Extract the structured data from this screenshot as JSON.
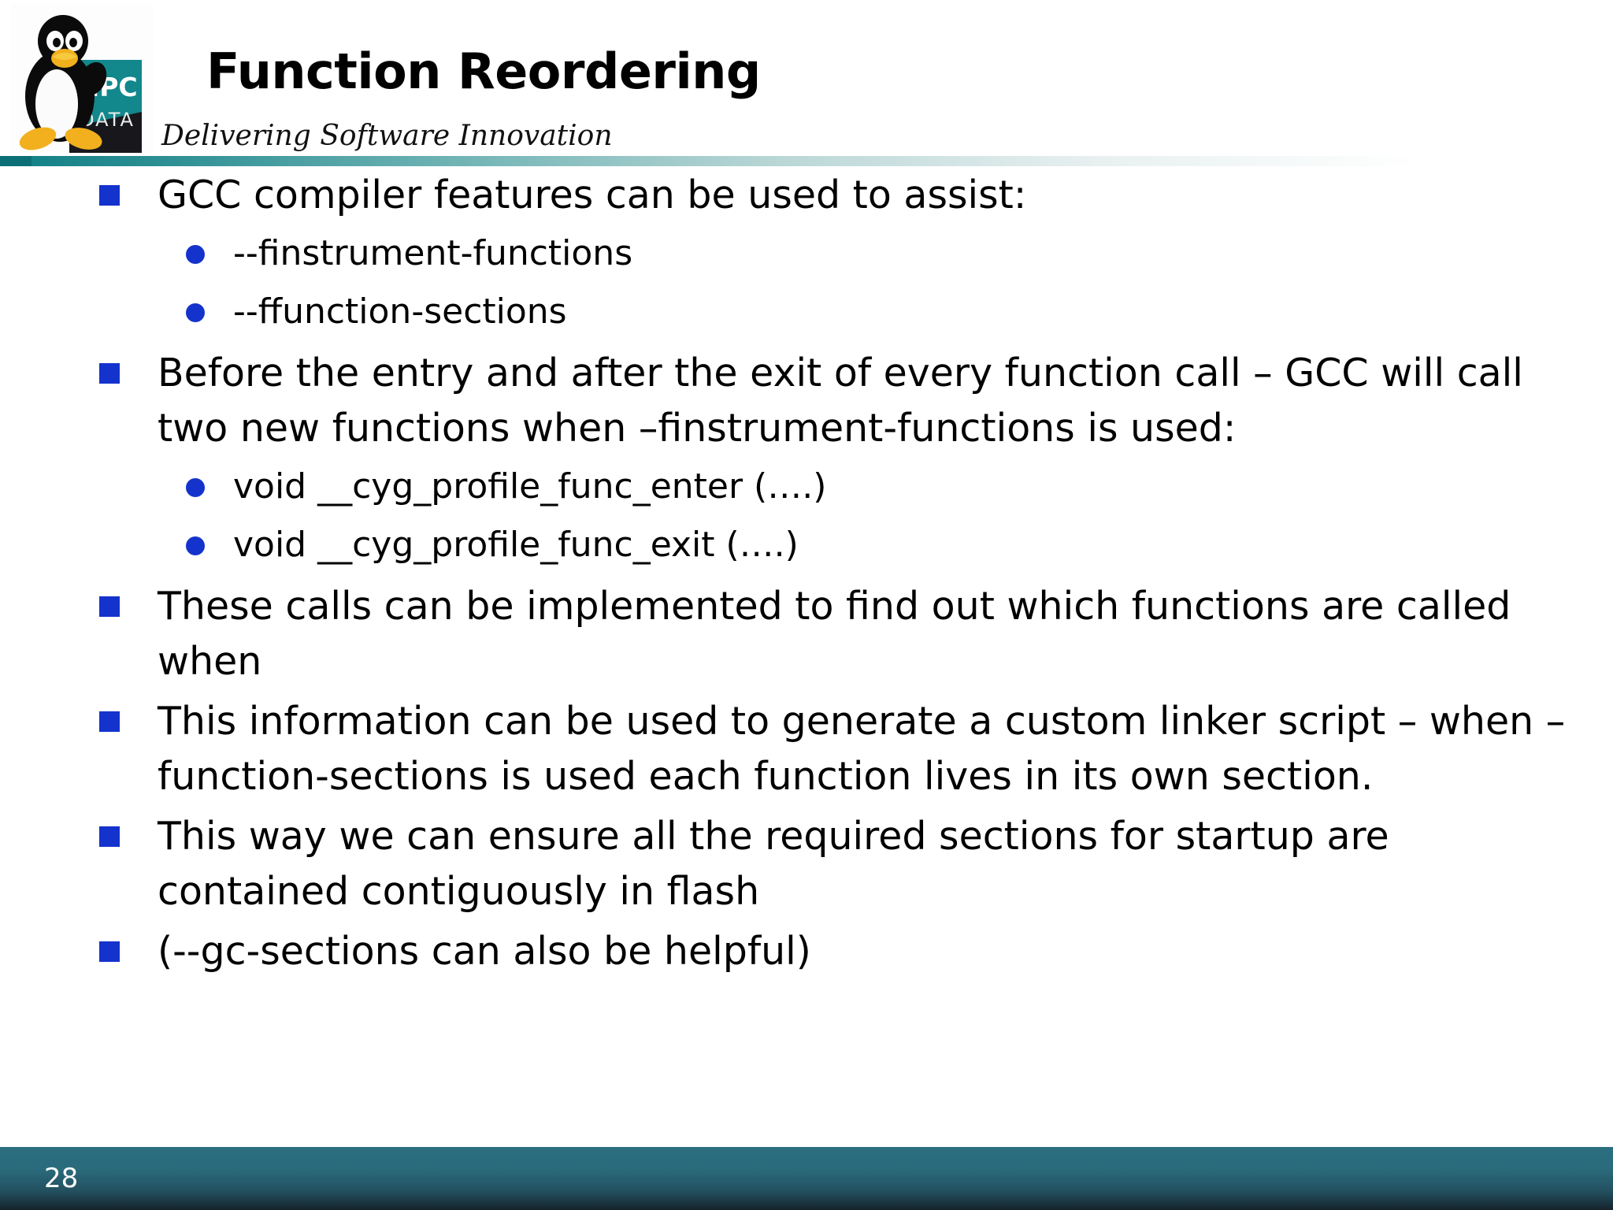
{
  "header": {
    "title": "Function Reordering",
    "tagline": "Delivering Software Innovation",
    "logo": {
      "sign_line1": "MPC",
      "sign_line2": "DATA",
      "alt": "tux-penguin-mpc-data-logo"
    }
  },
  "colors": {
    "bullet_blue": "#1433CC",
    "rule_teal": "#0F7F85",
    "footer_teal": "#2B6F80",
    "footer_dark": "#15232C",
    "text_black": "#000000",
    "page_num_white": "#FFFFFF"
  },
  "body": {
    "bullets": [
      {
        "text": "GCC compiler features can be used to assist:",
        "sub": [
          "--finstrument-functions",
          "--ffunction-sections"
        ]
      },
      {
        "text": "Before the entry and after the exit of every function call – GCC will call two new functions when –finstrument-functions is used:",
        "sub": [
          "void __cyg_profile_func_enter (….)",
          "void __cyg_profile_func_exit (….)"
        ]
      },
      {
        "text": "These calls can be implemented to find out which functions are called when",
        "sub": []
      },
      {
        "text": "This information can be used to generate a custom linker script – when –function-sections is used each function lives in its own section.",
        "sub": []
      },
      {
        "text": "This way we can ensure all the required sections for startup are contained contiguously in flash",
        "sub": []
      },
      {
        "text": "(--gc-sections can also be helpful)",
        "sub": []
      }
    ]
  },
  "footer": {
    "page_number": "28"
  }
}
